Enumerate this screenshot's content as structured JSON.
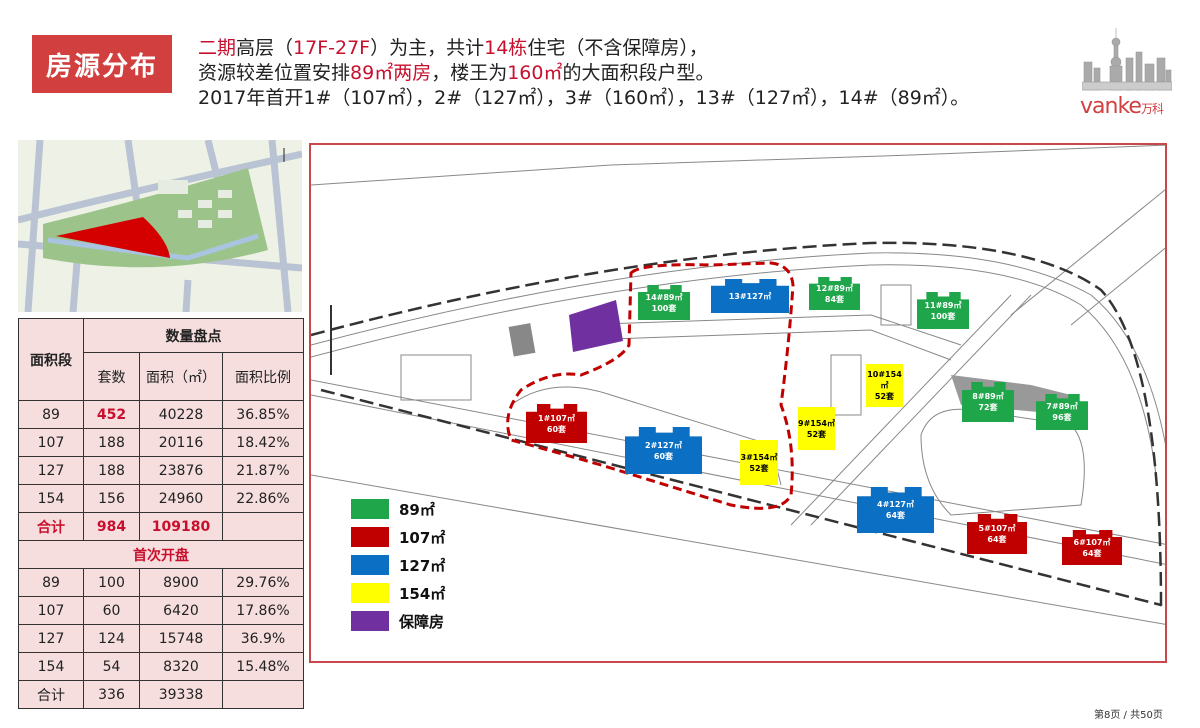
{
  "header": {
    "badge": "房源分布",
    "line1": [
      {
        "t": "二期",
        "red": true
      },
      {
        "t": "高层（",
        "red": false
      },
      {
        "t": "17F-27F",
        "red": true
      },
      {
        "t": "）为主，共计",
        "red": false
      },
      {
        "t": "14栋",
        "red": true
      },
      {
        "t": "住宅（不含保障房），",
        "red": false
      }
    ],
    "line2": [
      {
        "t": "资源较差位置安排",
        "red": false
      },
      {
        "t": "89㎡两房",
        "red": true
      },
      {
        "t": "，楼王为",
        "red": false
      },
      {
        "t": "160㎡",
        "red": true
      },
      {
        "t": "的大面积段户型。",
        "red": false
      }
    ],
    "line3": "2017年首开1#（107㎡），2#（127㎡），3#（160㎡），13#（127㎡），14#（89㎡）。",
    "logo": {
      "brand": "vanke",
      "brand_cn": "万科"
    }
  },
  "table": {
    "col_segment": "面积段",
    "group_title": "数量盘点",
    "col_units": "套数",
    "col_area": "面积（㎡）",
    "col_ratio": "面积比例",
    "rows": [
      {
        "seg": "89",
        "units": "452",
        "area": "40228",
        "ratio": "36.85%"
      },
      {
        "seg": "107",
        "units": "188",
        "area": "20116",
        "ratio": "18.42%"
      },
      {
        "seg": "127",
        "units": "188",
        "area": "23876",
        "ratio": "21.87%"
      },
      {
        "seg": "154",
        "units": "156",
        "area": "24960",
        "ratio": "22.86%"
      }
    ],
    "total": {
      "seg": "合计",
      "units": "984",
      "area": "109180",
      "ratio": ""
    },
    "first_open_title": "首次开盘",
    "first_rows": [
      {
        "seg": "89",
        "units": "100",
        "area": "8900",
        "ratio": "29.76%"
      },
      {
        "seg": "107",
        "units": "60",
        "area": "6420",
        "ratio": "17.86%"
      },
      {
        "seg": "127",
        "units": "124",
        "area": "15748",
        "ratio": "36.9%"
      },
      {
        "seg": "154",
        "units": "54",
        "area": "8320",
        "ratio": "15.48%"
      }
    ],
    "first_total": {
      "seg": "合计",
      "units": "336",
      "area": "39338",
      "ratio": ""
    }
  },
  "colors": {
    "89": "#1fa64a",
    "107": "#c00000",
    "127": "#0b6fc4",
    "154": "#ffff00",
    "affordable": "#7030a0",
    "accent": "#d23f3f"
  },
  "legend": [
    {
      "label": "89㎡",
      "type": "89"
    },
    {
      "label": "107㎡",
      "type": "107"
    },
    {
      "label": "127㎡",
      "type": "127"
    },
    {
      "label": "154㎡",
      "type": "154"
    },
    {
      "label": "保障房",
      "type": "affordable"
    }
  ],
  "buildings": [
    {
      "id": "14",
      "name": "14#89㎡",
      "units": "100套",
      "type": "89"
    },
    {
      "id": "13",
      "name": "13#127㎡",
      "units": "",
      "type": "127"
    },
    {
      "id": "12",
      "name": "12#89㎡",
      "units": "84套",
      "type": "89"
    },
    {
      "id": "11",
      "name": "11#89㎡",
      "units": "100套",
      "type": "89"
    },
    {
      "id": "10",
      "name": "10#154㎡",
      "units": "52套",
      "type": "154"
    },
    {
      "id": "9",
      "name": "9#154㎡",
      "units": "52套",
      "type": "154"
    },
    {
      "id": "3",
      "name": "3#154㎡",
      "units": "52套",
      "type": "154"
    },
    {
      "id": "1",
      "name": "1#107㎡",
      "units": "60套",
      "type": "107"
    },
    {
      "id": "2",
      "name": "2#127㎡",
      "units": "60套",
      "type": "127"
    },
    {
      "id": "8",
      "name": "8#89㎡",
      "units": "72套",
      "type": "89"
    },
    {
      "id": "7",
      "name": "7#89㎡",
      "units": "96套",
      "type": "89"
    },
    {
      "id": "4",
      "name": "4#127㎡",
      "units": "64套",
      "type": "127"
    },
    {
      "id": "5",
      "name": "5#107㎡",
      "units": "64套",
      "type": "107"
    },
    {
      "id": "6",
      "name": "6#107㎡",
      "units": "64套",
      "type": "107"
    }
  ],
  "footer": {
    "page": "第8页 / 共50页"
  }
}
